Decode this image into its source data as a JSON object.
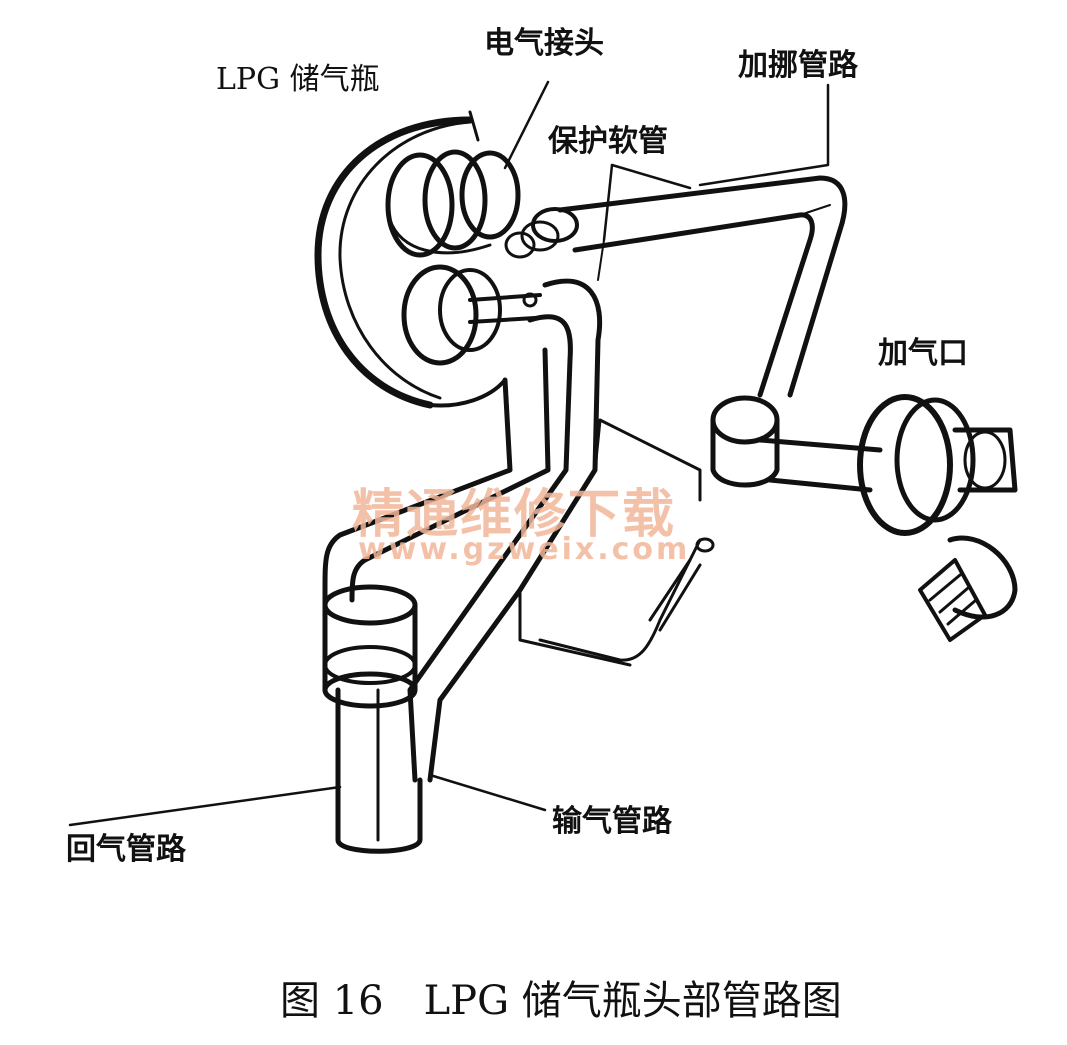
{
  "labels": {
    "tank": "LPG 储气瓶",
    "electric_connector": "电气接头",
    "protective_hose": "保护软管",
    "fill_line": "加挪管路",
    "fill_port": "加气口",
    "return_line": "回气管路",
    "supply_line": "输气管路"
  },
  "watermark": {
    "text": "精通维修下载",
    "url": "www.gzweix.com"
  },
  "caption": "图 16　LPG 储气瓶头部管路图",
  "colors": {
    "line": "#111111",
    "watermark": "#f2b79a",
    "background": "#ffffff"
  }
}
